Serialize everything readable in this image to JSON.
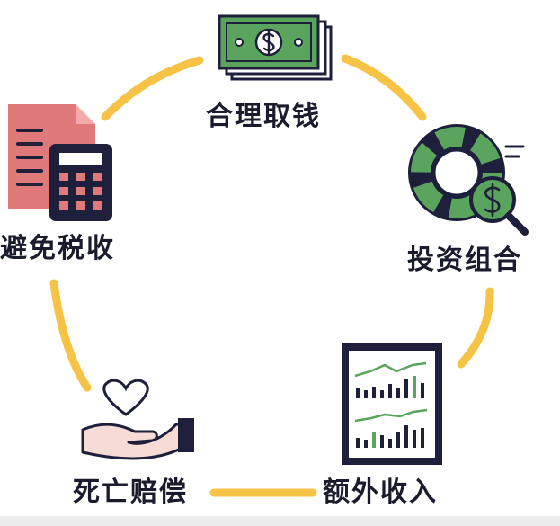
{
  "diagram": {
    "colors": {
      "ring": "#f7c346",
      "navy": "#1d1f3b",
      "green": "#5aa45d",
      "pink": "#e07a7a",
      "skin": "#f6dcd5",
      "bg": "#ffffff"
    },
    "nodes": [
      {
        "id": "top",
        "label": "合理取钱",
        "icon": "money-bills-icon"
      },
      {
        "id": "right",
        "label": "投资组合",
        "icon": "lifebuoy-magnifier-icon"
      },
      {
        "id": "bottom-right",
        "label": "额外收入",
        "icon": "chart-board-icon"
      },
      {
        "id": "bottom-left",
        "label": "死亡赔偿",
        "icon": "hand-heart-icon"
      },
      {
        "id": "left",
        "label": "避免税收",
        "icon": "document-calculator-icon"
      }
    ]
  }
}
